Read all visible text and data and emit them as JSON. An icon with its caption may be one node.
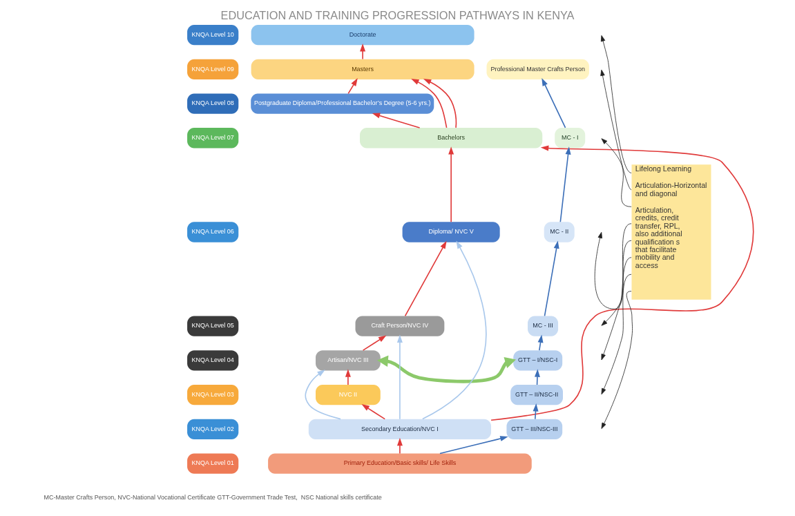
{
  "diagram": {
    "title": "EDUCATION AND TRAINING PROGRESSION PATHWAYS IN KENYA",
    "caption": "MC-Master Crafts Person, NVC-National Vocational Certificate GTT-Government Trade Test,  NSC National skills certificate",
    "nodes": [
      {
        "text": [
          "KNQA Level 10"
        ]
      },
      {
        "text": [
          "KNQA Level 09"
        ]
      },
      {
        "text": [
          "KNQA Level 08"
        ]
      },
      {
        "text": [
          "KNQA Level 07"
        ]
      },
      {
        "text": [
          "KNQA Level 06"
        ]
      },
      {
        "text": [
          "KNQA Level 05"
        ]
      },
      {
        "text": [
          "KNQA Level 04"
        ]
      },
      {
        "text": [
          "KNQA Level 03"
        ]
      },
      {
        "text": [
          "KNQA Level 02"
        ]
      },
      {
        "text": [
          "KNQA Level 01"
        ]
      },
      {
        "text": [
          "Doctorate"
        ]
      },
      {
        "text": [
          "Masters"
        ]
      },
      {
        "text": [
          "Postgraduate Diploma/Professional Bachelor’s Degree (5-6 yrs.)"
        ]
      },
      {
        "text": [
          "Bachelors"
        ]
      },
      {
        "text": [
          "Diploma/ NVC V"
        ]
      },
      {
        "text": [
          "Craft Person/NVC IV"
        ]
      },
      {
        "text": [
          "Artisan/NVC III"
        ]
      },
      {
        "text": [
          "NVC II"
        ]
      },
      {
        "text": [
          "Secondary Education/NVC I"
        ]
      },
      {
        "text": [
          "Primary Education/Basic skills/ Life Skills"
        ]
      },
      {
        "text": [
          "Professional Master Crafts Person"
        ]
      },
      {
        "text": [
          "MC - I"
        ]
      },
      {
        "text": [
          "MC - II"
        ]
      },
      {
        "text": [
          "MC - III"
        ]
      },
      {
        "text": [
          "GTT – I/NSC-I"
        ]
      },
      {
        "text": [
          "GTT – II/NSC-II"
        ]
      },
      {
        "text": [
          "GTT – III/NSC-III"
        ]
      },
      {
        "text": [
          "Lifelong Learning",
          "Articulation-Horizontal and diagonal",
          "Articulation, credits, credit transfer, RPL, also additional qualification s that facilitate mobility and access"
        ]
      }
    ],
    "edges": [
      {
        "from": 11,
        "to": 10,
        "arrow": "to"
      },
      {
        "from": 13,
        "to": 11,
        "arrow": "to"
      },
      {
        "from": 13,
        "to": 12,
        "arrow": "to"
      },
      {
        "from": 12,
        "to": 11,
        "arrow": "to"
      },
      {
        "from": 13,
        "to": 11,
        "arrow": "to"
      },
      {
        "from": 18,
        "to": 13,
        "arrow": "to"
      },
      {
        "from": 14,
        "to": 13,
        "arrow": "to"
      },
      {
        "from": 15,
        "to": 14,
        "arrow": "to"
      },
      {
        "from": 16,
        "to": 15,
        "arrow": "to"
      },
      {
        "from": 17,
        "to": 16,
        "arrow": "to"
      },
      {
        "from": 18,
        "to": 17,
        "arrow": "to"
      },
      {
        "from": 18,
        "to": 14,
        "arrow": "to",
        "color": "#a9c8ec"
      },
      {
        "from": 18,
        "to": 15,
        "arrow": "to",
        "color": "#a9c8ec"
      },
      {
        "from": 18,
        "to": 16,
        "arrow": "to",
        "color": "#a9c8ec"
      },
      {
        "from": 19,
        "to": 18,
        "arrow": "to"
      },
      {
        "from": 19,
        "to": 26,
        "arrow": "to",
        "color": "#3c6fb8"
      },
      {
        "from": 26,
        "to": 25,
        "arrow": "to",
        "color": "#3c6fb8"
      },
      {
        "from": 25,
        "to": 24,
        "arrow": "to",
        "color": "#3c6fb8"
      },
      {
        "from": 24,
        "to": 23,
        "arrow": "to",
        "color": "#3c6fb8"
      },
      {
        "from": 23,
        "to": 22,
        "arrow": "to",
        "color": "#3c6fb8"
      },
      {
        "from": 22,
        "to": 21,
        "arrow": "to",
        "color": "#3c6fb8"
      },
      {
        "from": 21,
        "to": 20,
        "arrow": "to",
        "color": "#3c6fb8"
      },
      {
        "from": 16,
        "to": 24,
        "arrow": "both",
        "style": "thick",
        "color": "#8cc96a"
      },
      {
        "from": 27,
        "to": null,
        "arrow": "to",
        "color": "#222222"
      },
      {
        "from": 27,
        "to": null,
        "arrow": "to",
        "color": "#222222"
      },
      {
        "from": 27,
        "to": null,
        "arrow": "to",
        "color": "#222222"
      },
      {
        "from": 27,
        "to": null,
        "arrow": "to",
        "color": "#222222"
      },
      {
        "from": 27,
        "to": null,
        "arrow": "to",
        "color": "#222222"
      },
      {
        "from": 27,
        "to": null,
        "arrow": "to",
        "color": "#222222"
      },
      {
        "from": 27,
        "to": null,
        "arrow": "to",
        "color": "#222222"
      },
      {
        "from": 27,
        "to": null,
        "arrow": "to",
        "color": "#222222"
      }
    ]
  }
}
